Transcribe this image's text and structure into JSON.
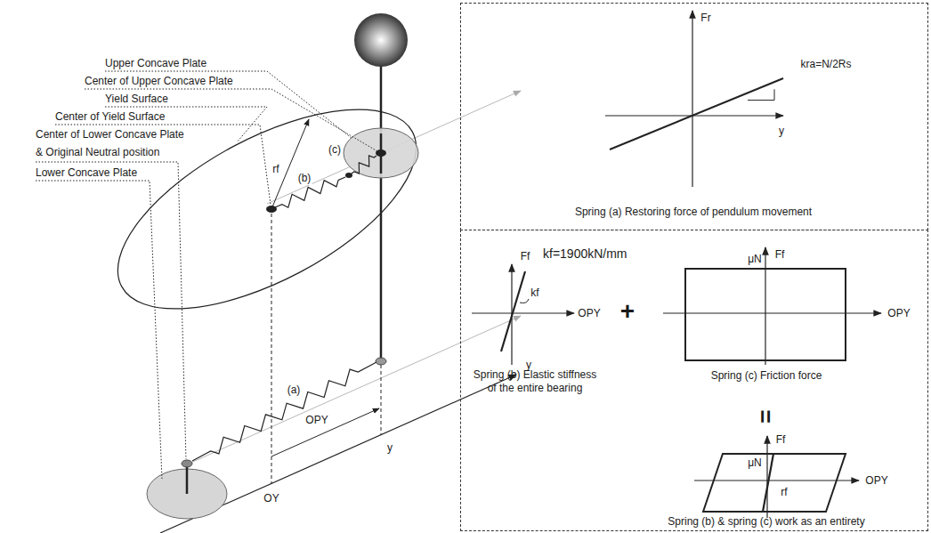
{
  "diagram": {
    "nodes": [
      {
        "text": [
          "Spring (a) Restoring force of pendulum movement"
        ]
      },
      {
        "text": [
          "Spring (b) Elastic stiffness of the entire bearing",
          "Spring (c) Friction force",
          "Spring (b) & spring (c) work as an entirety"
        ]
      }
    ],
    "labels": [
      "Upper Concave Plate",
      "Center of Upper Concave Plate",
      "Yield Surface",
      "Center of Yield Surface",
      "Center of Lower Concave Plate & Original Neutral position",
      "Lower Concave Plate",
      "rf",
      "(b)",
      "(c)",
      "(a)",
      "OPY",
      "y",
      "OY",
      "y",
      "Fr",
      "kra=N/2Rs",
      "y",
      "Ff",
      "kf=1900kN/mm",
      "kf",
      "OPY",
      "+",
      "Ff",
      "μN",
      "OPY",
      "=",
      "Ff",
      "μN",
      "rf",
      "OPY"
    ]
  }
}
